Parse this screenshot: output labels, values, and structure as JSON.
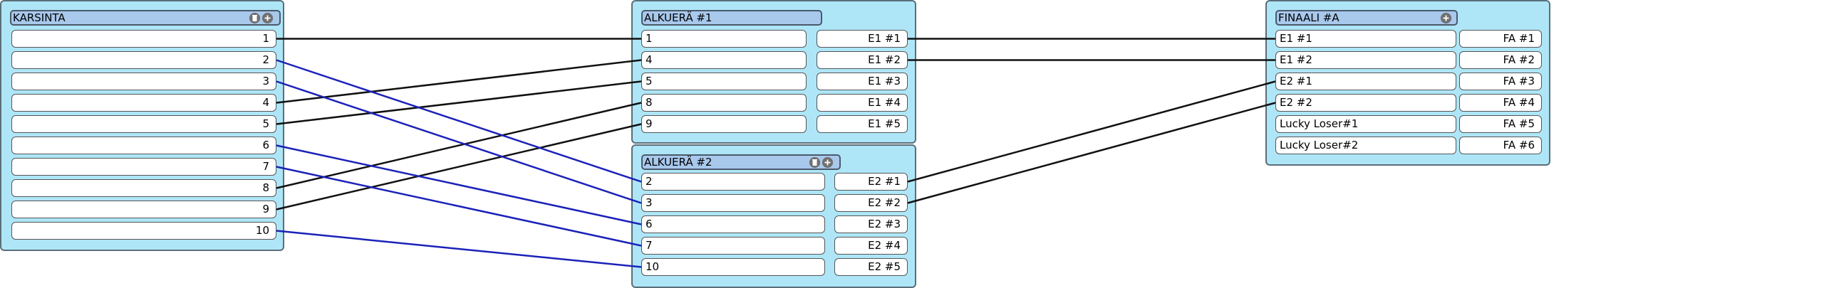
{
  "panels": {
    "karsinta": {
      "title": "KARSINTA"
    },
    "ae1": {
      "title": "ALKUERÄ #1"
    },
    "ae2": {
      "title": "ALKUERÄ #2"
    },
    "finaali": {
      "title": "FINAALI #A"
    }
  },
  "karsinta_rows": [
    "1",
    "2",
    "3",
    "4",
    "5",
    "6",
    "7",
    "8",
    "9",
    "10"
  ],
  "ae1_rows": [
    {
      "entrant": "1",
      "result": "E1 #1"
    },
    {
      "entrant": "4",
      "result": "E1 #2"
    },
    {
      "entrant": "5",
      "result": "E1 #3"
    },
    {
      "entrant": "8",
      "result": "E1 #4"
    },
    {
      "entrant": "9",
      "result": "E1 #5"
    }
  ],
  "ae2_rows": [
    {
      "entrant": "2",
      "result": "E2 #1"
    },
    {
      "entrant": "3",
      "result": "E2 #2"
    },
    {
      "entrant": "6",
      "result": "E2 #3"
    },
    {
      "entrant": "7",
      "result": "E2 #4"
    },
    {
      "entrant": "10",
      "result": "E2 #5"
    }
  ],
  "finaali_rows": [
    {
      "entrant": "E1 #1",
      "result": "FA #1"
    },
    {
      "entrant": "E1 #2",
      "result": "FA #2"
    },
    {
      "entrant": "E2 #1",
      "result": "FA #3"
    },
    {
      "entrant": "E2 #2",
      "result": "FA #4"
    },
    {
      "entrant": "Lucky Loser#1",
      "result": "FA #5"
    },
    {
      "entrant": "Lucky Loser#2",
      "result": "FA #6"
    }
  ],
  "icons": {
    "delete": "trash-icon",
    "add": "plus-circle-icon"
  },
  "colors": {
    "panel_bg": "#aee6f8",
    "title_bg": "#a8c8ec",
    "wire_black": "#111111",
    "wire_blue": "#1a22b8"
  },
  "connections": [
    {
      "from": "karsinta.0",
      "to": "ae1.0",
      "color": "black"
    },
    {
      "from": "karsinta.3",
      "to": "ae1.1",
      "color": "black"
    },
    {
      "from": "karsinta.4",
      "to": "ae1.2",
      "color": "black"
    },
    {
      "from": "karsinta.7",
      "to": "ae1.3",
      "color": "black"
    },
    {
      "from": "karsinta.8",
      "to": "ae1.4",
      "color": "black"
    },
    {
      "from": "karsinta.1",
      "to": "ae2.0",
      "color": "blue"
    },
    {
      "from": "karsinta.2",
      "to": "ae2.1",
      "color": "blue"
    },
    {
      "from": "karsinta.5",
      "to": "ae2.2",
      "color": "blue"
    },
    {
      "from": "karsinta.6",
      "to": "ae2.3",
      "color": "blue"
    },
    {
      "from": "karsinta.9",
      "to": "ae2.4",
      "color": "blue"
    },
    {
      "from": "ae1.0",
      "to": "finaali.0",
      "color": "black"
    },
    {
      "from": "ae1.1",
      "to": "finaali.1",
      "color": "black"
    },
    {
      "from": "ae2.0",
      "to": "finaali.2",
      "color": "black"
    },
    {
      "from": "ae2.1",
      "to": "finaali.3",
      "color": "black"
    }
  ]
}
